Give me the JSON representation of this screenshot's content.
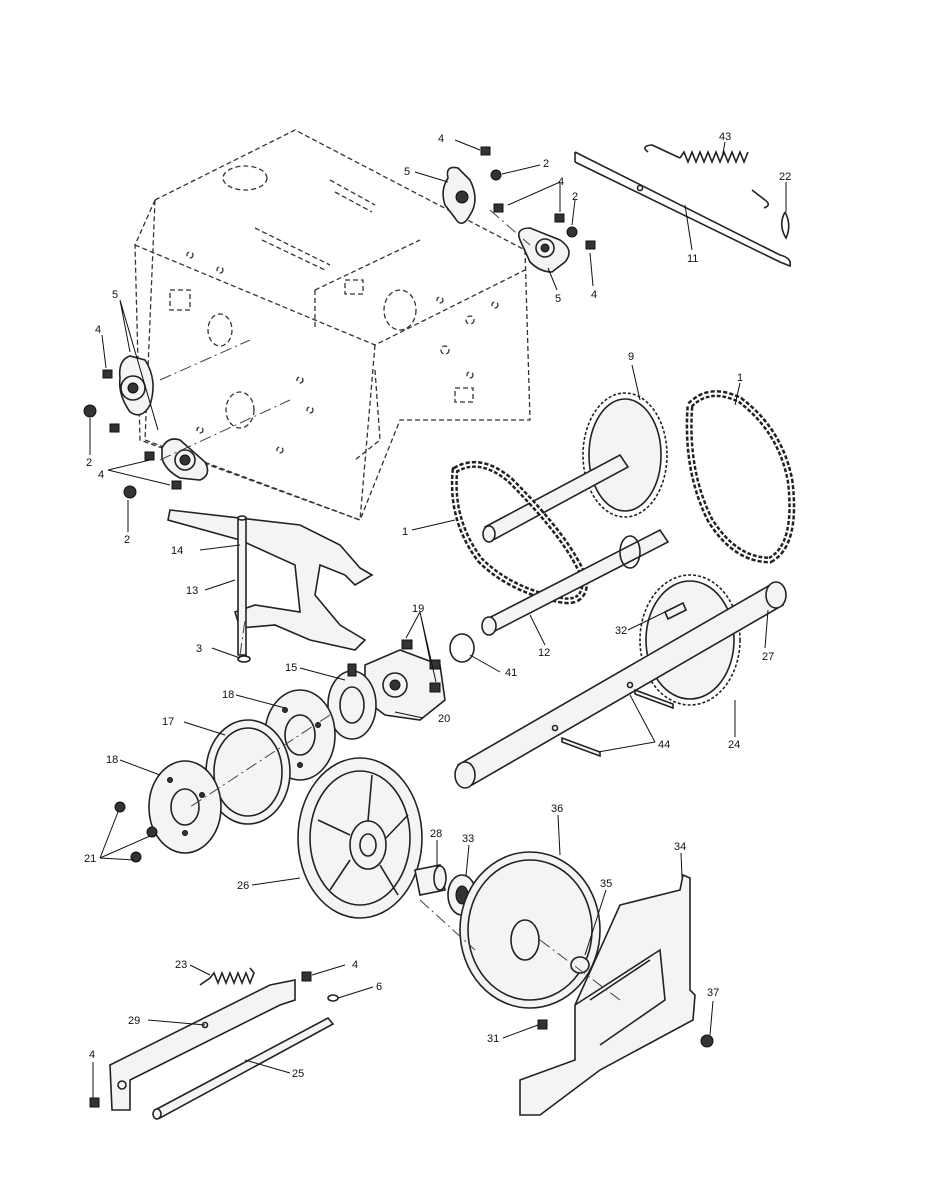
{
  "callouts": [
    {
      "id": "c-4a",
      "text": "4"
    },
    {
      "id": "c-5a",
      "text": "5"
    },
    {
      "id": "c-2a",
      "text": "2"
    },
    {
      "id": "c-4b",
      "text": "4"
    },
    {
      "id": "c-2b",
      "text": "2"
    },
    {
      "id": "c-5b",
      "text": "5"
    },
    {
      "id": "c-4c",
      "text": "4"
    },
    {
      "id": "c-43",
      "text": "43"
    },
    {
      "id": "c-22",
      "text": "22"
    },
    {
      "id": "c-11",
      "text": "11"
    },
    {
      "id": "c-5c",
      "text": "5"
    },
    {
      "id": "c-4d",
      "text": "4"
    },
    {
      "id": "c-2c",
      "text": "2"
    },
    {
      "id": "c-4e",
      "text": "4"
    },
    {
      "id": "c-2d",
      "text": "2"
    },
    {
      "id": "c-9",
      "text": "9"
    },
    {
      "id": "c-1a",
      "text": "1"
    },
    {
      "id": "c-1b",
      "text": "1"
    },
    {
      "id": "c-14",
      "text": "14"
    },
    {
      "id": "c-13",
      "text": "13"
    },
    {
      "id": "c-3",
      "text": "3"
    },
    {
      "id": "c-19",
      "text": "19"
    },
    {
      "id": "c-12",
      "text": "12"
    },
    {
      "id": "c-32",
      "text": "32"
    },
    {
      "id": "c-27",
      "text": "27"
    },
    {
      "id": "c-41",
      "text": "41"
    },
    {
      "id": "c-15",
      "text": "15"
    },
    {
      "id": "c-18a",
      "text": "18"
    },
    {
      "id": "c-20",
      "text": "20"
    },
    {
      "id": "c-17",
      "text": "17"
    },
    {
      "id": "c-44",
      "text": "44"
    },
    {
      "id": "c-24",
      "text": "24"
    },
    {
      "id": "c-18b",
      "text": "18"
    },
    {
      "id": "c-36",
      "text": "36"
    },
    {
      "id": "c-21",
      "text": "21"
    },
    {
      "id": "c-28",
      "text": "28"
    },
    {
      "id": "c-33",
      "text": "33"
    },
    {
      "id": "c-34",
      "text": "34"
    },
    {
      "id": "c-26",
      "text": "26"
    },
    {
      "id": "c-35",
      "text": "35"
    },
    {
      "id": "c-23",
      "text": "23"
    },
    {
      "id": "c-4f",
      "text": "4"
    },
    {
      "id": "c-6",
      "text": "6"
    },
    {
      "id": "c-37",
      "text": "37"
    },
    {
      "id": "c-29",
      "text": "29"
    },
    {
      "id": "c-31",
      "text": "31"
    },
    {
      "id": "c-4g",
      "text": "4"
    },
    {
      "id": "c-25",
      "text": "25"
    }
  ]
}
